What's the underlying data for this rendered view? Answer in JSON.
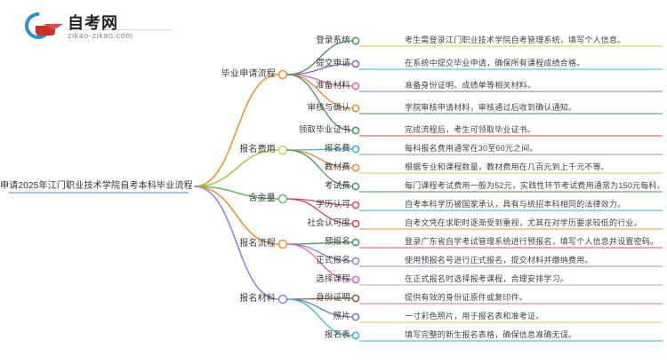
{
  "logo": {
    "name_zh": "自考网",
    "domain": "zikao-zikao.com",
    "arc_color": "#2b8fd4",
    "cap_color": "#c9302c"
  },
  "root": {
    "label": "申请2025年江门职业技术学院自考本科毕业流程",
    "dot_color": "#4a90c2"
  },
  "branches": [
    {
      "label": "毕业申请流程",
      "color": "#f0922b",
      "dot_color": "#f0922b",
      "children": [
        {
          "label": "登录系统",
          "color": "#3c9a4e",
          "desc": "考生需登录江门职业技术学院自考管理系统，填写个人信息。"
        },
        {
          "label": "提交申请",
          "color": "#8e5cc4",
          "desc": "在系统中提交毕业申请，确保所有课程成绩合格。"
        },
        {
          "label": "准备材料",
          "color": "#e060b8",
          "desc": "准备身份证明、成绩单等相关材料。"
        },
        {
          "label": "审核与确认",
          "color": "#ef8b2c",
          "desc": "学院审核申请材料，审核通过后收到确认通知。"
        },
        {
          "label": "领取毕业证书",
          "color": "#3c9a4e",
          "desc": "完成流程后，考生可领取毕业证书。"
        }
      ]
    },
    {
      "label": "报名费用",
      "color": "#a8c84a",
      "dot_color": "#cbd44a",
      "children": [
        {
          "label": "报名费",
          "color": "#30b5d4",
          "desc": "每科报名费用通常在30至60元之间。"
        },
        {
          "label": "教材费",
          "color": "#ef8b2c",
          "desc": "根据专业和课程数量，教材费用在几百元到上千元不等。"
        },
        {
          "label": "考试费",
          "color": "#3c9a4e",
          "desc": "每门课程考试费用一般为52元，实践性环节考试费用通常为150元每科。"
        }
      ]
    },
    {
      "label": "含金量",
      "color": "#5fbf6a",
      "dot_color": "#5fbf6a",
      "children": [
        {
          "label": "学历认可",
          "color": "#e04a5a",
          "desc": "自考本科学历被国家承认，具有与统招本科相同的法律效力。"
        },
        {
          "label": "社会认可度",
          "color": "#d4434f",
          "desc": "自考文凭在求职时逐渐受到重视，尤其在对学历要求较低的行业。"
        }
      ]
    },
    {
      "label": "报名流程",
      "color": "#f0922b",
      "dot_color": "#f0922b",
      "children": [
        {
          "label": "预报名",
          "color": "#3c9a4e",
          "desc": "登录广东省自学考试管理系统进行预报名，填写个人信息并设置密码。"
        },
        {
          "label": "正式报名",
          "color": "#9b7de0",
          "desc": "使用预报名号进行正式报名，提交材料并缴纳费用。"
        },
        {
          "label": "选择课程",
          "color": "#e060b8",
          "desc": "在正式报名时选择报考课程，合理安排学习。"
        }
      ]
    },
    {
      "label": "报名材料",
      "color": "#9b7de0",
      "dot_color": "#9b7de0",
      "children": [
        {
          "label": "身份证明",
          "color": "#8a5a3c",
          "desc": "提供有效的身份证原件或复印件。"
        },
        {
          "label": "照片",
          "color": "#6a7fc4",
          "desc": "一寸彩色照片，用于报名表和准考证。"
        },
        {
          "label": "报名表",
          "color": "#30b5d4",
          "desc": "填写完整的新生报名表格，确保信息准确无误。"
        }
      ]
    }
  ],
  "desc_line_colors": [
    "#cfcf4a",
    "#30b5d4",
    "#6a7fc4",
    "#3c9a4e",
    "#e04a4a",
    "#9a9a9a",
    "#cfcf4a",
    "#3c9a4e",
    "#30b5d4",
    "#ef8b2c",
    "#e04a5a",
    "#9b7de0",
    "#b0b0b0",
    "#e060b8",
    "#cfcf4a",
    "#30b5d4"
  ]
}
